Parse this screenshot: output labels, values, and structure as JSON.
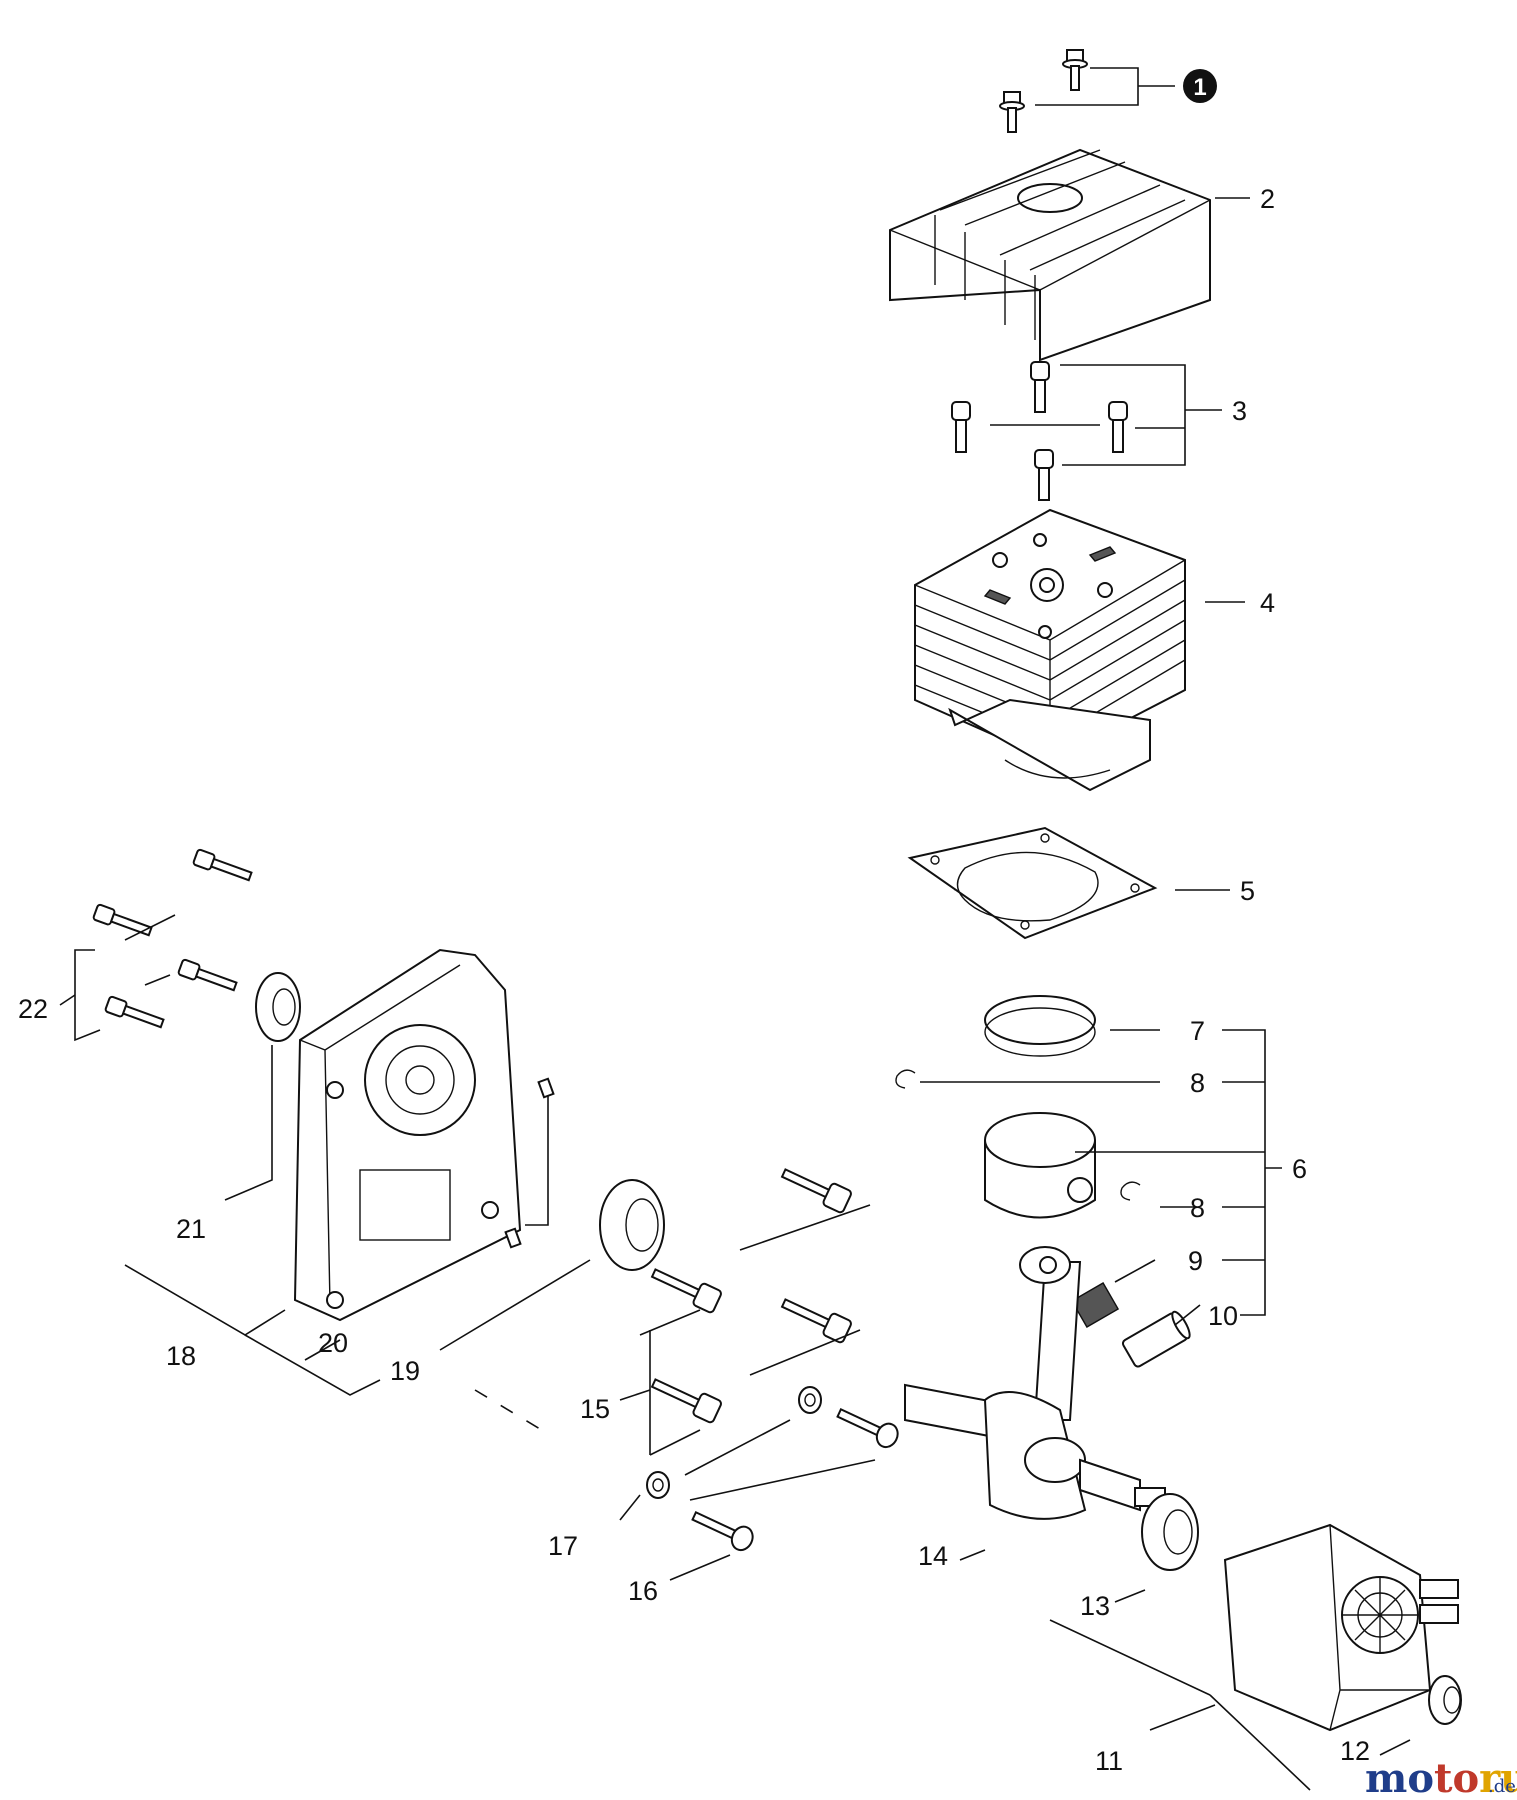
{
  "diagram": {
    "callouts": [
      {
        "id": "c2",
        "text": "2"
      },
      {
        "id": "c3",
        "text": "3"
      },
      {
        "id": "c4",
        "text": "4"
      },
      {
        "id": "c5",
        "text": "5"
      },
      {
        "id": "c6",
        "text": "6"
      },
      {
        "id": "c7",
        "text": "7"
      },
      {
        "id": "c8a",
        "text": "8"
      },
      {
        "id": "c8b",
        "text": "8"
      },
      {
        "id": "c9",
        "text": "9"
      },
      {
        "id": "c10",
        "text": "10"
      },
      {
        "id": "c11",
        "text": "11"
      },
      {
        "id": "c12",
        "text": "12"
      },
      {
        "id": "c13",
        "text": "13"
      },
      {
        "id": "c14",
        "text": "14"
      },
      {
        "id": "c15",
        "text": "15"
      },
      {
        "id": "c16",
        "text": "16"
      },
      {
        "id": "c17",
        "text": "17"
      },
      {
        "id": "c18",
        "text": "18"
      },
      {
        "id": "c19",
        "text": "19"
      },
      {
        "id": "c20",
        "text": "20"
      },
      {
        "id": "c21",
        "text": "21"
      },
      {
        "id": "c22",
        "text": "22"
      }
    ],
    "badge": {
      "text": "1"
    },
    "watermark": {
      "main": "motoruf",
      "suffix": ".de",
      "colors": [
        "#1f3d8a",
        "#c0392b",
        "#e0a400"
      ]
    }
  }
}
